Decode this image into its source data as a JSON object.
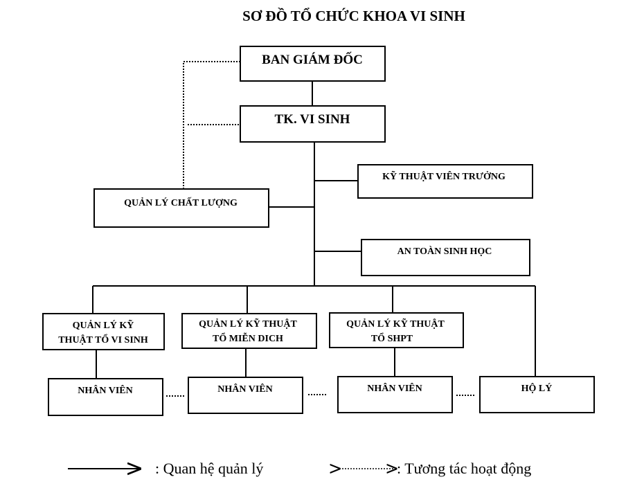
{
  "title": "SƠ ĐỒ TỔ CHỨC KHOA VI SINH",
  "nodes": {
    "ban_giam_doc": "BAN GIÁM ĐỐC",
    "tk_vi_sinh": "TK. VI SINH",
    "ky_thuat_vien_truong": "KỸ THUẬT VIÊN TRƯỞNG",
    "quan_ly_chat_luong": "QUẢN LÝ CHẤT LƯỢNG",
    "an_toan_sinh_hoc": "AN TOÀN SINH HỌC",
    "ql_vi_sinh_line1": "QUẢN LÝ KỸ",
    "ql_vi_sinh_line2": "THUẬT TỔ VI SINH",
    "ql_mien_dich_line1": "QUẢN LÝ KỸ THUẬT",
    "ql_mien_dich_line2": "TỔ MIỄN DICH",
    "ql_shpt_line1": "QUẢN LÝ KỸ THUẬT",
    "ql_shpt_line2": "TỔ SHPT",
    "nhan_vien_1": "NHÂN VIÊN",
    "nhan_vien_2": "NHÂN VIÊN",
    "nhan_vien_3": "NHÂN VIÊN",
    "ho_ly": "HỘ LÝ"
  },
  "legend": {
    "management": ": Quan hệ quản lý",
    "interaction": ": Tương tác hoạt động"
  }
}
